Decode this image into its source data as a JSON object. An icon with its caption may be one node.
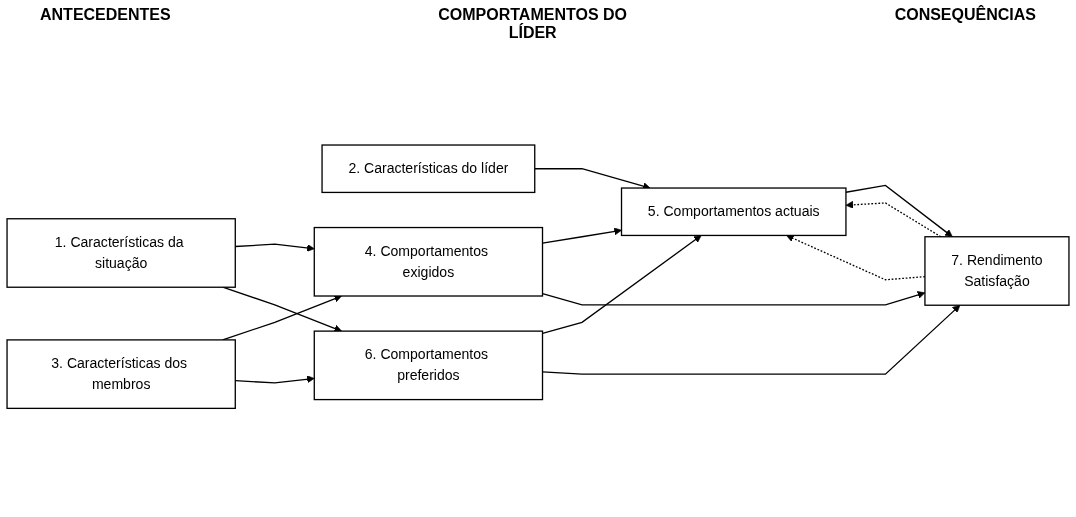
{
  "diagram": {
    "nodes": [
      {
        "text": [
          "1. Características da situação"
        ]
      },
      {
        "text": [
          "2. Características do líder"
        ]
      },
      {
        "text": [
          "3. Características dos membros"
        ]
      },
      {
        "text": [
          "4. Comportamentos exigidos"
        ]
      },
      {
        "text": [
          "5. Comportamentos actuais"
        ]
      },
      {
        "text": [
          "6. Comportamentos preferidos"
        ]
      },
      {
        "text": [
          "7. Rendimento",
          "Satisfação"
        ]
      }
    ],
    "edges": [
      {
        "from": 0,
        "to": 3,
        "arrow": "to"
      },
      {
        "from": 0,
        "to": 5,
        "arrow": "to"
      },
      {
        "from": 1,
        "to": 4,
        "arrow": "to"
      },
      {
        "from": 2,
        "to": 3,
        "arrow": "to"
      },
      {
        "from": 2,
        "to": 5,
        "arrow": "to"
      },
      {
        "from": 3,
        "to": 4,
        "arrow": "to"
      },
      {
        "from": 5,
        "to": 4,
        "arrow": "to"
      },
      {
        "from": 3,
        "to": 6,
        "arrow": "to"
      },
      {
        "from": 4,
        "to": 6,
        "arrow": "to"
      },
      {
        "from": 5,
        "to": 6,
        "arrow": "to"
      },
      {
        "from": 6,
        "to": 4,
        "arrow": "to",
        "style": "dashed"
      },
      {
        "from": 6,
        "to": 4,
        "arrow": "to",
        "style": "dashed"
      }
    ],
    "labels": [
      "ANTECEDENTES",
      "COMPORTAMENTOS DO LÍDER",
      "CONSEQUÊNCIAS"
    ]
  }
}
